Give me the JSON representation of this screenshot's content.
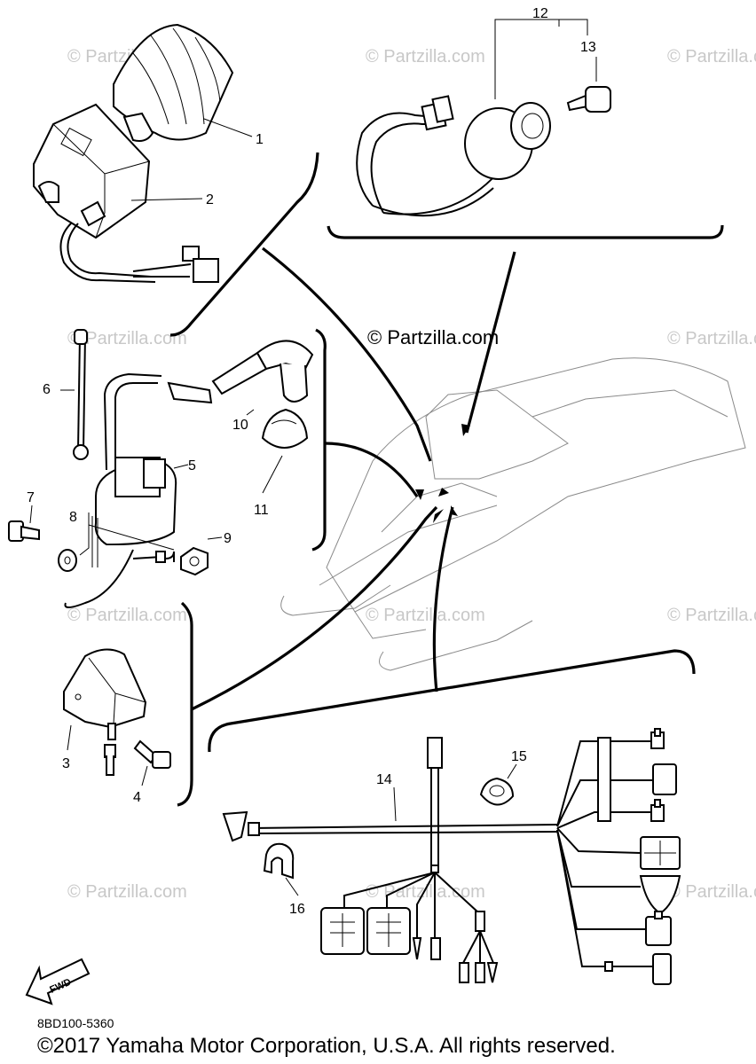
{
  "watermark": "© Partzilla.com",
  "center_watermark": "© Partzilla.com",
  "fwd_label": "FWD",
  "diagram_code": "8BD100-5360",
  "copyright": "©2017 Yamaha Motor Corporation, U.S.A. All rights reserved.",
  "callouts": {
    "p1": "1",
    "p2": "2",
    "p3": "3",
    "p4": "4",
    "p5": "5",
    "p6": "6",
    "p7": "7",
    "p8": "8",
    "p9": "9",
    "p10": "10",
    "p11": "11",
    "p12": "12",
    "p13": "13",
    "p14": "14",
    "p15": "15",
    "p16": "16"
  }
}
